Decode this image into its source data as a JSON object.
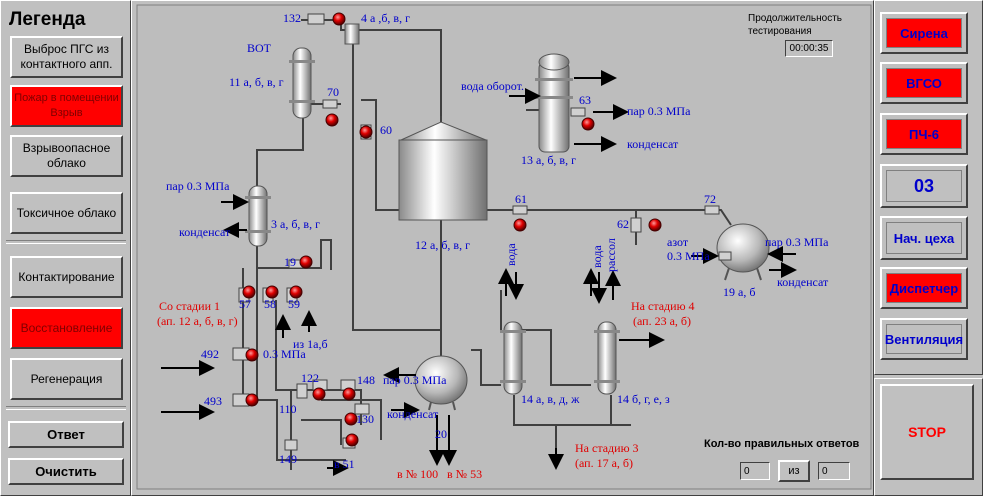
{
  "legend": {
    "title": "Легенда",
    "items": [
      {
        "label": "Выброс ПГС из контактного апп.",
        "active": false
      },
      {
        "label": "Пожар в помещении Взрыв",
        "active": true
      },
      {
        "label": "Взрывоопасное облако",
        "active": false
      },
      {
        "label": "Токсичное облако",
        "active": false
      }
    ],
    "modes": [
      {
        "label": "Контактирование",
        "active": false
      },
      {
        "label": "Восстановление",
        "active": true
      },
      {
        "label": "Регенерация",
        "active": false
      }
    ],
    "answer_label": "Ответ",
    "clear_label": "Очистить"
  },
  "timer": {
    "label": "Продолжительность тестирования",
    "value": "00:00:35"
  },
  "score": {
    "label": "Кол-во правильных ответов",
    "correct": "0",
    "of_label": "из",
    "total": "0"
  },
  "right": {
    "buttons": [
      {
        "label": "Сирена",
        "active": true
      },
      {
        "label": "ВГСО",
        "active": true
      },
      {
        "label": "ПЧ-6",
        "active": true
      },
      {
        "label": "03",
        "active": false
      },
      {
        "label": "Нач. цеха",
        "active": false
      },
      {
        "label": "Диспетчер",
        "active": true
      },
      {
        "label": "Вентиляция",
        "active": false
      }
    ],
    "stop_label": "STOP"
  },
  "diagram": {
    "labels": {
      "l132": "132",
      "l4": "4 а ,б, в, г",
      "vot": "ВОТ",
      "l11": "11 а, б, в, г",
      "l70": "70",
      "l60": "60",
      "voda_oborot": "вода оборот.",
      "l63": "63",
      "par03_13": "пар 0.3 МПа",
      "kond_13": "конденсат",
      "l13": "13 а, б, в, г",
      "par03_3": "пар 0.3 МПа",
      "kond_3": "конденсат",
      "l3": "3 а, б, в, г",
      "l12": "12 а, б, в, г",
      "l61": "61",
      "l72": "72",
      "l62": "62",
      "azot": "азот",
      "azot_p": "0.3 МПа",
      "par03_19": "пар 0.3 МПа",
      "kond_19": "конденсат",
      "l19ab": "19 а, б",
      "voda1": "вода",
      "voda2": "вода",
      "rassol": "рассол",
      "l19": "19",
      "l57": "57",
      "l58": "58",
      "l59": "59",
      "stage1_a": "Со стадии 1",
      "stage1_b": "(ап. 12 а, б, в, г)",
      "iz1": "из 1а,б",
      "l492": "492",
      "p03": "0.3 МПа",
      "l493": "493",
      "st4_a": "На стадию 4",
      "st4_b": "(ап. 23 а, б)",
      "l122": "122",
      "l148": "148",
      "l110": "110",
      "l130": "130",
      "par03_20": "пар 0.3 МПа",
      "kond_20": "конденсат",
      "l20": "20",
      "l14a": "14 а, в, д, ж",
      "l14b": "14 б, г, е, з",
      "st3_a": "На стадию 3",
      "st3_b": "(ап. 17 а, б)",
      "l149": "149",
      "v51": "в 51",
      "v100": "в № 100",
      "v53": "в № 53"
    }
  }
}
